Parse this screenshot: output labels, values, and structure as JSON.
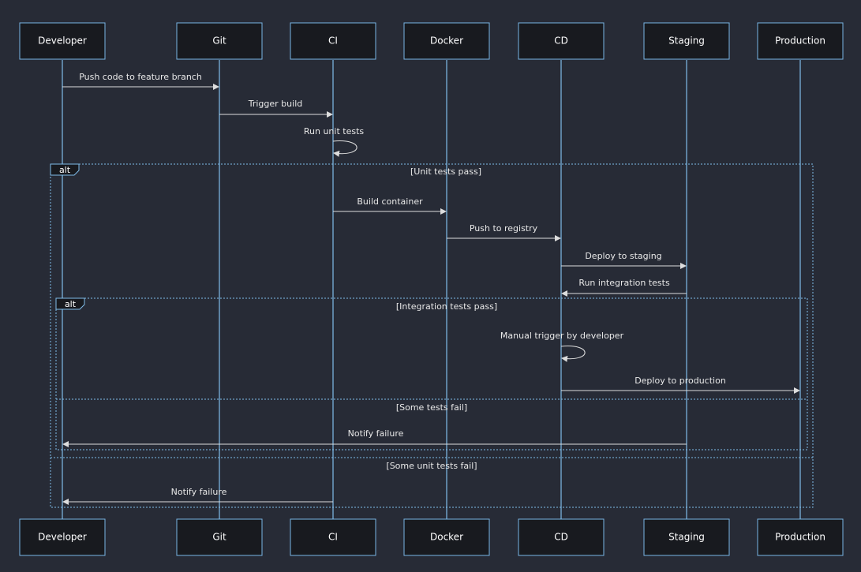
{
  "actors": [
    "Developer",
    "Git",
    "CI",
    "Docker",
    "CD",
    "Staging",
    "Production"
  ],
  "messages": [
    {
      "label": "Push code to feature branch"
    },
    {
      "label": "Trigger build"
    },
    {
      "label": "Run unit tests"
    },
    {
      "label": "Build container"
    },
    {
      "label": "Push to registry"
    },
    {
      "label": "Deploy to staging"
    },
    {
      "label": "Run integration tests"
    },
    {
      "label": "Manual trigger by developer"
    },
    {
      "label": "Deploy to production"
    },
    {
      "label": "Notify failure"
    },
    {
      "label": "Notify failure"
    }
  ],
  "fragments": {
    "outer": {
      "keyword": "alt",
      "condition": "[Unit tests pass]",
      "else_condition": "[Some unit tests fail]"
    },
    "inner": {
      "keyword": "alt",
      "condition": "[Integration tests pass]",
      "else_condition": "[Some tests fail]"
    }
  },
  "colors": {
    "background": "#272b36",
    "actor_fill": "#181a1f",
    "lifeline": "#7fbce9",
    "arrow": "#dddddd"
  }
}
